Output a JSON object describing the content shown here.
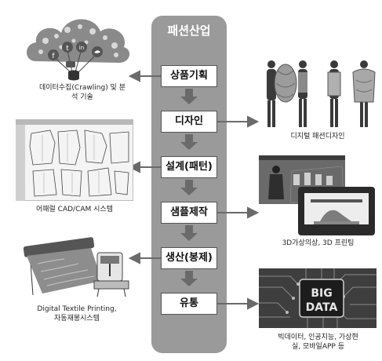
{
  "spine": {
    "title": "패션산업"
  },
  "steps": [
    "상품기획",
    "디자인",
    "설계(패턴)",
    "샘플제작",
    "생산(봉제)",
    "유통"
  ],
  "left_captions": {
    "crawling_line1": "데이터수집(Crawling) 및 분",
    "crawling_line2": "석 기술",
    "cad": "어패럴 CAD/CAM 시스템",
    "textile_line1": "Digital Textile Printing,",
    "textile_line2": "자동재봉시스템"
  },
  "right_captions": {
    "digital_design": "디지털 패션디자인",
    "virtual_3d": "3D가상의상, 3D 프린팅",
    "bigdata_line1": "빅데이터, 인공지능, 가상현",
    "bigdata_line2": "실, 모바일APP 등"
  },
  "cloud_icons": [
    "f",
    "t",
    "in",
    "yt",
    "bird"
  ],
  "bigdata_chip_text": [
    "BIG",
    "DATA"
  ],
  "colors": {
    "spine": "#9a9a9a",
    "arrow": "#6a6a6a"
  }
}
